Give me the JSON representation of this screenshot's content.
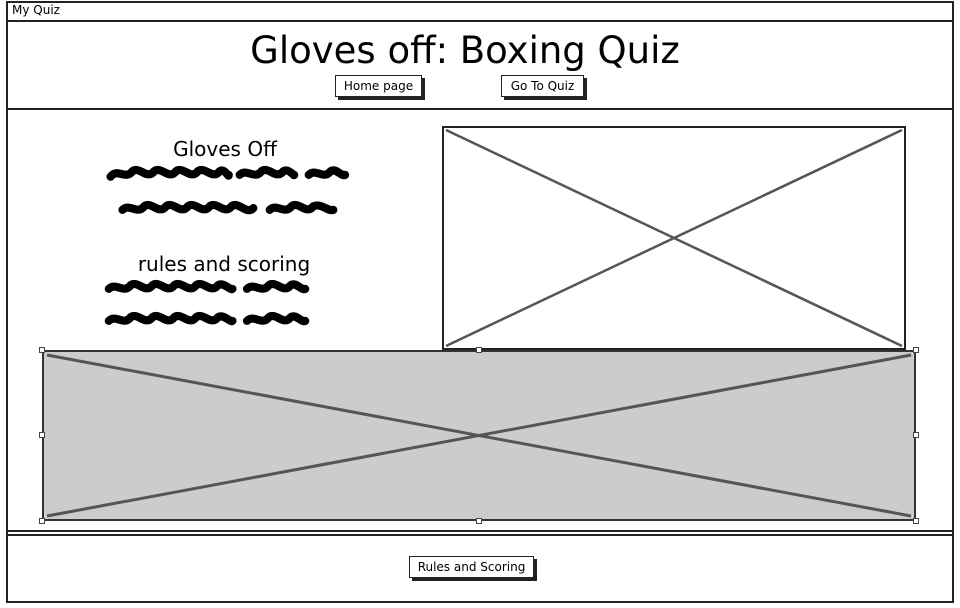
{
  "window": {
    "title": "My Quiz"
  },
  "header": {
    "title": "Gloves off: Boxing Quiz",
    "nav": [
      {
        "label": "Home page"
      },
      {
        "label": "Go To Quiz"
      }
    ]
  },
  "main": {
    "intro": {
      "heading": "Gloves Off"
    },
    "rules": {
      "heading": "rules and scoring"
    }
  },
  "footer": {
    "button_label": "Rules and Scoring"
  }
}
